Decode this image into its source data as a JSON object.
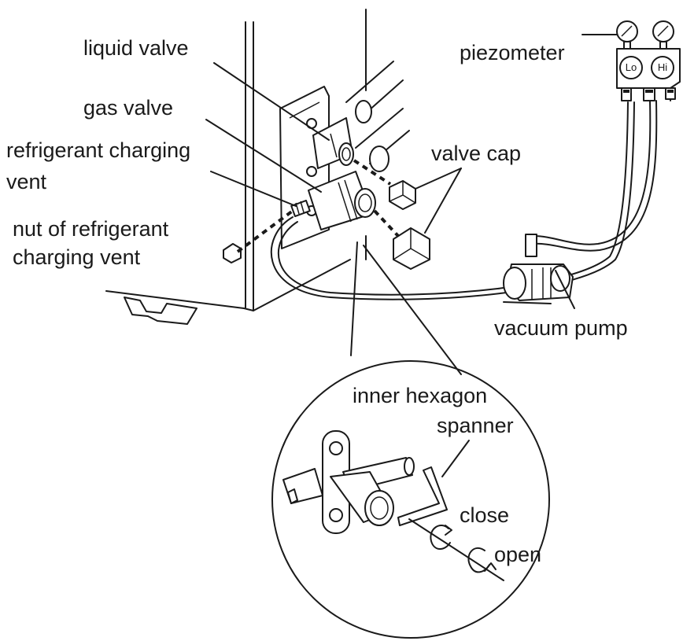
{
  "labels": {
    "liquid_valve": "liquid valve",
    "gas_valve": "gas valve",
    "charging_vent_line1": "refrigerant charging",
    "charging_vent_line2": "vent",
    "nut_line1": "nut of refrigerant",
    "nut_line2": "charging vent",
    "valve_cap": "valve cap",
    "piezometer": "piezometer",
    "gauge_lo": "Lo",
    "gauge_hi": "Hi",
    "vacuum_pump": "vacuum pump",
    "spanner_line1": "inner hexagon",
    "spanner_line2": "spanner",
    "close": "close",
    "open": "open"
  },
  "colors": {
    "ink": "#1a1a1a",
    "background": "#ffffff"
  }
}
